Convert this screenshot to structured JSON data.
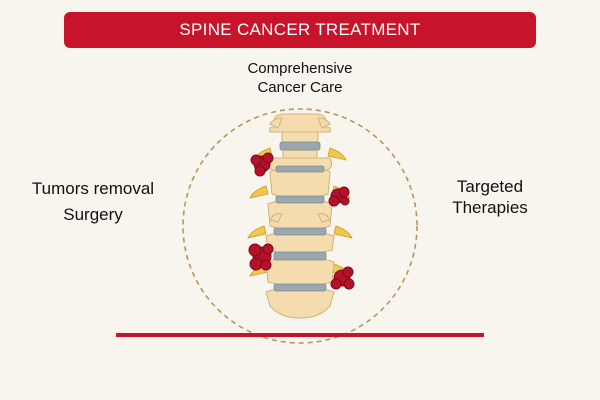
{
  "banner": {
    "title": "SPINE CANCER TREATMENT"
  },
  "labels": {
    "top_line1": "Comprehensive",
    "top_line2": "Cancer Care",
    "left_line1": "Tumors removal",
    "left_line2": "Surgery",
    "right_line1": "Targeted",
    "right_line2": "Therapies"
  },
  "colors": {
    "accent": "#c8142b",
    "background": "#f8f4ee",
    "bone": "#f4dcae",
    "disc": "#9aa7ad",
    "tumor": "#b5122a",
    "circle": "#b6975a"
  },
  "icons": {
    "illustration": "spine-with-tumors-icon"
  }
}
